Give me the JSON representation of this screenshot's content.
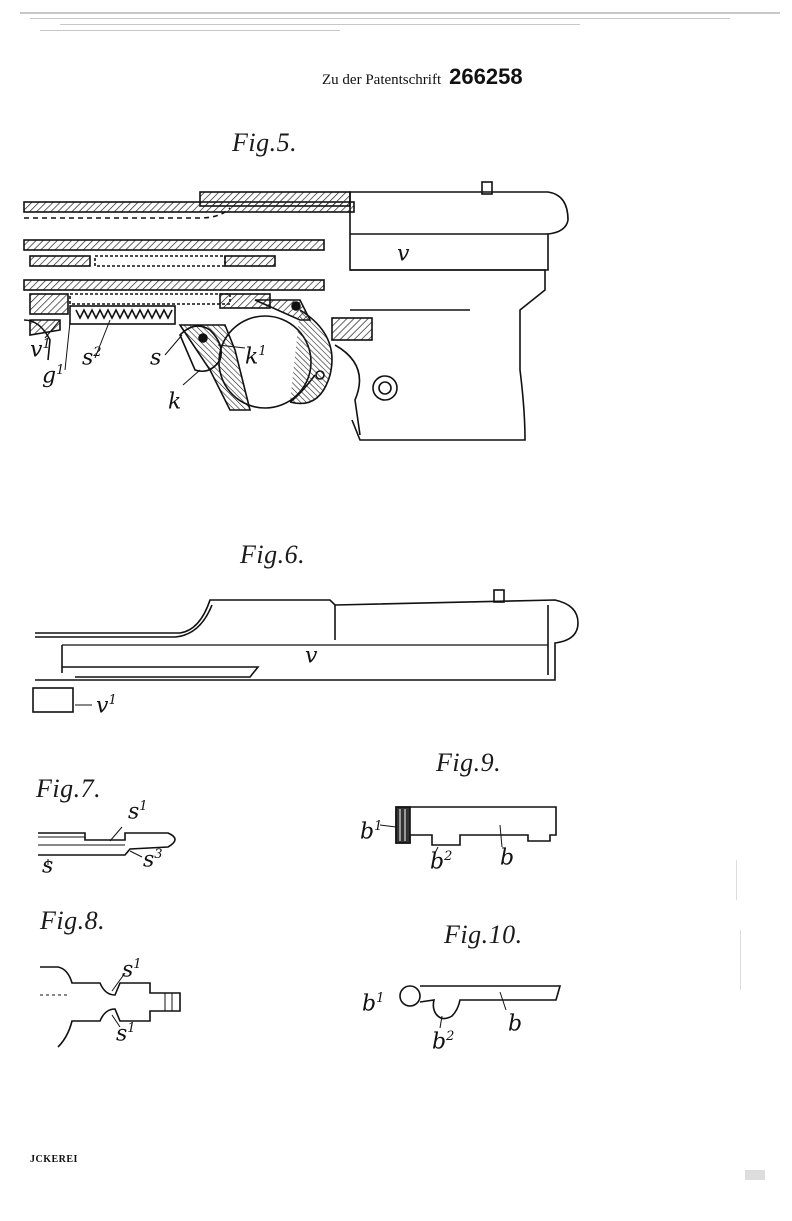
{
  "header": {
    "prefix": "Zu der Patentschrift",
    "patent_number": "266258"
  },
  "figures": {
    "fig5": {
      "label": "Fig.5.",
      "refs": [
        {
          "base": "v",
          "sup": ""
        },
        {
          "base": "v",
          "sup": "1"
        },
        {
          "base": "g",
          "sup": "1"
        },
        {
          "base": "s",
          "sup": "2"
        },
        {
          "base": "s",
          "sup": ""
        },
        {
          "base": "k",
          "sup": "1"
        },
        {
          "base": "k",
          "sup": ""
        }
      ]
    },
    "fig6": {
      "label": "Fig.6.",
      "refs": [
        {
          "base": "v",
          "sup": ""
        },
        {
          "base": "v",
          "sup": "1"
        }
      ]
    },
    "fig7": {
      "label": "Fig.7.",
      "refs": [
        {
          "base": "s",
          "sup": "1"
        },
        {
          "base": "s",
          "sup": ""
        },
        {
          "base": "s",
          "sup": "3"
        }
      ]
    },
    "fig8": {
      "label": "Fig.8.",
      "refs": [
        {
          "base": "s",
          "sup": "1"
        },
        {
          "base": "s",
          "sup": "1"
        }
      ]
    },
    "fig9": {
      "label": "Fig.9.",
      "refs": [
        {
          "base": "b",
          "sup": "1"
        },
        {
          "base": "b",
          "sup": "2"
        },
        {
          "base": "b",
          "sup": ""
        }
      ]
    },
    "fig10": {
      "label": "Fig.10.",
      "refs": [
        {
          "base": "b",
          "sup": "1"
        },
        {
          "base": "b",
          "sup": ""
        },
        {
          "base": "b",
          "sup": "2"
        }
      ]
    }
  },
  "footer": {
    "imprint": "JCKEREI"
  }
}
